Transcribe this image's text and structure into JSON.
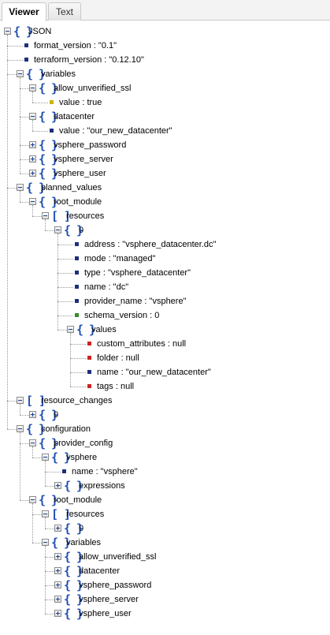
{
  "tabs": [
    {
      "label": "Viewer",
      "active": true
    },
    {
      "label": "Text",
      "active": false
    }
  ],
  "colors": {
    "icon_blue": "#1f4fb4",
    "string_value": "#1e2f7a",
    "bool_value": "#c9b600",
    "number_value": "#3a8a2a",
    "null_value": "#cc2222"
  },
  "tree": [
    {
      "depth": 0,
      "kind": "object",
      "expanded": true,
      "label": "JSON"
    },
    {
      "depth": 1,
      "kind": "string",
      "label": "format_version : \"0.1\""
    },
    {
      "depth": 1,
      "kind": "string",
      "label": "terraform_version : \"0.12.10\""
    },
    {
      "depth": 1,
      "kind": "object",
      "expanded": true,
      "label": "variables"
    },
    {
      "depth": 2,
      "kind": "object",
      "expanded": true,
      "label": "allow_unverified_ssl"
    },
    {
      "depth": 3,
      "kind": "bool",
      "label": "value : true"
    },
    {
      "depth": 2,
      "kind": "object",
      "expanded": true,
      "label": "datacenter"
    },
    {
      "depth": 3,
      "kind": "string",
      "label": "value : \"our_new_datacenter\""
    },
    {
      "depth": 2,
      "kind": "object",
      "expanded": false,
      "label": "vsphere_password"
    },
    {
      "depth": 2,
      "kind": "object",
      "expanded": false,
      "label": "vsphere_server"
    },
    {
      "depth": 2,
      "kind": "object",
      "expanded": false,
      "label": "vsphere_user"
    },
    {
      "depth": 1,
      "kind": "object",
      "expanded": true,
      "label": "planned_values"
    },
    {
      "depth": 2,
      "kind": "object",
      "expanded": true,
      "label": "root_module"
    },
    {
      "depth": 3,
      "kind": "array",
      "expanded": true,
      "label": "resources"
    },
    {
      "depth": 4,
      "kind": "object",
      "expanded": true,
      "label": "0"
    },
    {
      "depth": 5,
      "kind": "string",
      "label": "address : \"vsphere_datacenter.dc\""
    },
    {
      "depth": 5,
      "kind": "string",
      "label": "mode : \"managed\""
    },
    {
      "depth": 5,
      "kind": "string",
      "label": "type : \"vsphere_datacenter\""
    },
    {
      "depth": 5,
      "kind": "string",
      "label": "name : \"dc\""
    },
    {
      "depth": 5,
      "kind": "string",
      "label": "provider_name : \"vsphere\""
    },
    {
      "depth": 5,
      "kind": "num",
      "label": "schema_version : 0"
    },
    {
      "depth": 5,
      "kind": "object",
      "expanded": true,
      "label": "values"
    },
    {
      "depth": 6,
      "kind": "null",
      "label": "custom_attributes : null"
    },
    {
      "depth": 6,
      "kind": "null",
      "label": "folder : null"
    },
    {
      "depth": 6,
      "kind": "string",
      "label": "name : \"our_new_datacenter\""
    },
    {
      "depth": 6,
      "kind": "null",
      "label": "tags : null"
    },
    {
      "depth": 1,
      "kind": "array",
      "expanded": true,
      "label": "resource_changes"
    },
    {
      "depth": 2,
      "kind": "object",
      "expanded": false,
      "label": "0"
    },
    {
      "depth": 1,
      "kind": "object",
      "expanded": true,
      "label": "configuration"
    },
    {
      "depth": 2,
      "kind": "object",
      "expanded": true,
      "label": "provider_config"
    },
    {
      "depth": 3,
      "kind": "object",
      "expanded": true,
      "label": "vsphere"
    },
    {
      "depth": 4,
      "kind": "string",
      "label": "name : \"vsphere\""
    },
    {
      "depth": 4,
      "kind": "object",
      "expanded": false,
      "label": "expressions"
    },
    {
      "depth": 2,
      "kind": "object",
      "expanded": true,
      "label": "root_module"
    },
    {
      "depth": 3,
      "kind": "array",
      "expanded": true,
      "label": "resources"
    },
    {
      "depth": 4,
      "kind": "object",
      "expanded": false,
      "label": "0"
    },
    {
      "depth": 3,
      "kind": "object",
      "expanded": true,
      "label": "variables"
    },
    {
      "depth": 4,
      "kind": "object",
      "expanded": false,
      "label": "allow_unverified_ssl"
    },
    {
      "depth": 4,
      "kind": "object",
      "expanded": false,
      "label": "datacenter"
    },
    {
      "depth": 4,
      "kind": "object",
      "expanded": false,
      "label": "vsphere_password"
    },
    {
      "depth": 4,
      "kind": "object",
      "expanded": false,
      "label": "vsphere_server"
    },
    {
      "depth": 4,
      "kind": "object",
      "expanded": false,
      "label": "vsphere_user"
    }
  ]
}
